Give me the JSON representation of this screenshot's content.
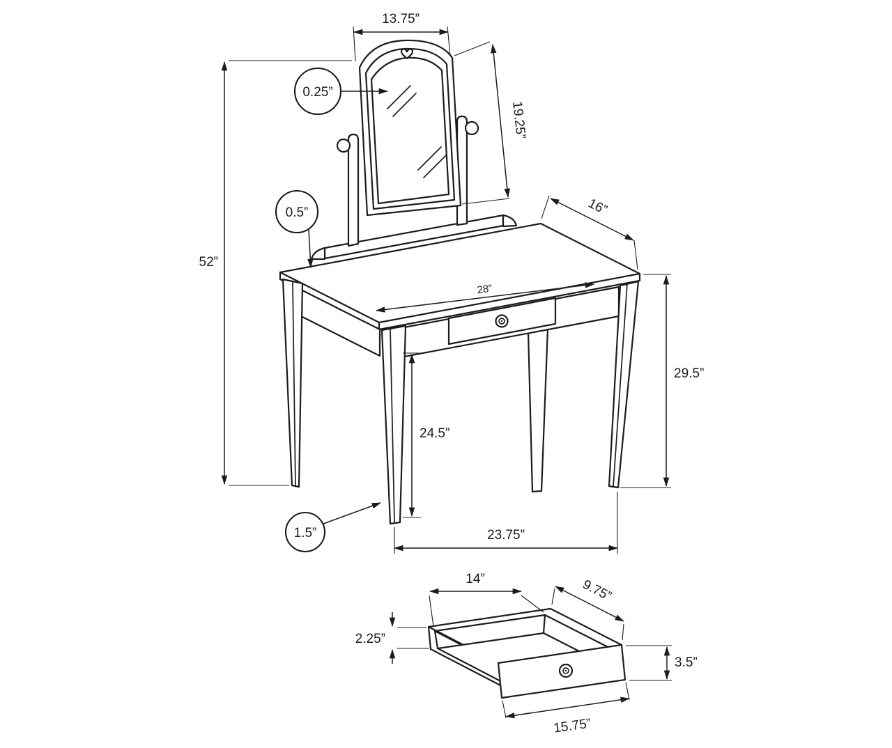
{
  "diagram": {
    "colors": {
      "line": "#1c1c1c",
      "background": "#ffffff"
    },
    "main_view": {
      "mirror_width": "13.75”",
      "mirror_thickness": "0.25”",
      "mirror_height": "19.25”",
      "top_thickness": "0.5”",
      "overall_height": "52”",
      "depth": "16”",
      "top_width": "28”",
      "table_height": "29.5”",
      "clearance": "24.5”",
      "leg_width": "1.5”",
      "leg_span": "23.75”"
    },
    "drawer_view": {
      "inner_width": "14”",
      "inner_depth": "9.75”",
      "side_height": "2.25”",
      "front_height": "3.5”",
      "front_width": "15.75”"
    }
  }
}
